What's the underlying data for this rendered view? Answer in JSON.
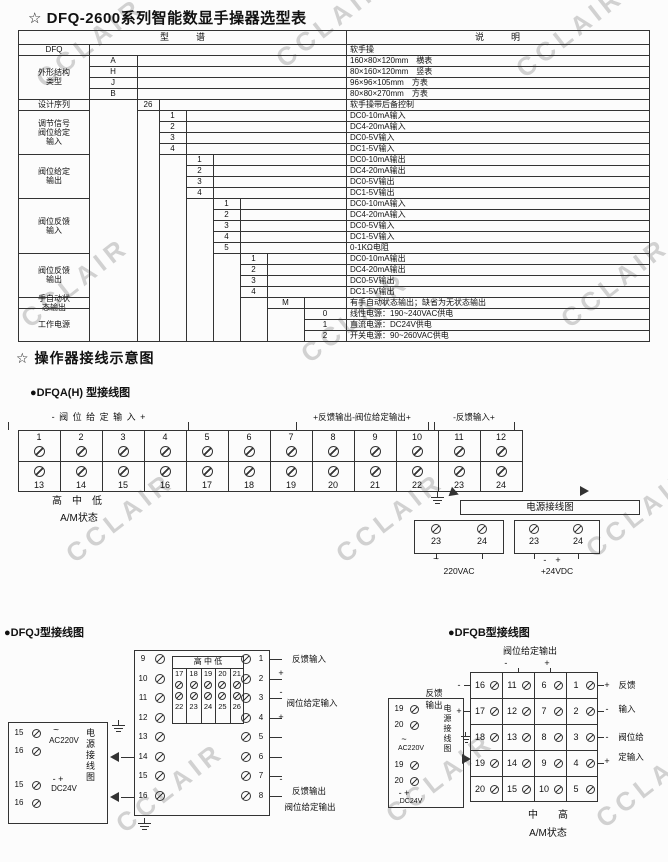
{
  "title": "☆ DFQ-2600系列智能数显手操器选型表",
  "watermark_text": "CCLAIR",
  "wiring_section_title": "☆ 操作器接线示意图",
  "selection_table": {
    "header_left": "型　　　谱",
    "header_right": "说　　　明",
    "groups": [
      {
        "label": "DFQ",
        "col": -1,
        "items": [
          {
            "code": "",
            "desc": "软手操"
          }
        ]
      },
      {
        "label": "外形结构\n类型",
        "col": 0,
        "items": [
          {
            "code": "A",
            "desc": "160×80×120mm　横表"
          },
          {
            "code": "H",
            "desc": "80×160×120mm　竖表"
          },
          {
            "code": "J",
            "desc": "96×96×105mm　方表"
          },
          {
            "code": "B",
            "desc": "80×80×270mm　方表"
          }
        ]
      },
      {
        "label": "设计序列",
        "col": 1,
        "items": [
          {
            "code": "26",
            "desc": "软手操带后备控制"
          }
        ]
      },
      {
        "label": "调节信号\n阀位给定\n输入",
        "col": 2,
        "items": [
          {
            "code": "1",
            "desc": "DC0-10mA输入"
          },
          {
            "code": "2",
            "desc": "DC4-20mA输入"
          },
          {
            "code": "3",
            "desc": "DC0-5V输入"
          },
          {
            "code": "4",
            "desc": "DC1-5V输入"
          }
        ]
      },
      {
        "label": "阀位给定\n输出",
        "col": 3,
        "items": [
          {
            "code": "1",
            "desc": "DC0-10mA输出"
          },
          {
            "code": "2",
            "desc": "DC4-20mA输出"
          },
          {
            "code": "3",
            "desc": "DC0-5V输出"
          },
          {
            "code": "4",
            "desc": "DC1-5V输出"
          }
        ]
      },
      {
        "label": "阀位反馈\n输入",
        "col": 4,
        "items": [
          {
            "code": "1",
            "desc": "DC0-10mA输入"
          },
          {
            "code": "2",
            "desc": "DC4-20mA输入"
          },
          {
            "code": "3",
            "desc": "DC0-5V输入"
          },
          {
            "code": "4",
            "desc": "DC1-5V输入"
          },
          {
            "code": "5",
            "desc": "0-1KΩ电阻"
          }
        ]
      },
      {
        "label": "阀位反馈\n输出",
        "col": 5,
        "items": [
          {
            "code": "1",
            "desc": "DC0-10mA输出"
          },
          {
            "code": "2",
            "desc": "DC4-20mA输出"
          },
          {
            "code": "3",
            "desc": "DC0-5V输出"
          },
          {
            "code": "4",
            "desc": "DC1-5V输出"
          }
        ]
      },
      {
        "label": "手自动状\n态输出",
        "col": 6,
        "items": [
          {
            "code": "M",
            "desc": "有手自动状态输出；缺省为无状态输出"
          }
        ]
      },
      {
        "label": "工作电源",
        "col": 7,
        "items": [
          {
            "code": "0",
            "desc": "线性电源：190~240VAC供电"
          },
          {
            "code": "1",
            "desc": "直流电源：DC24V供电"
          },
          {
            "code": "2",
            "desc": "开关电源：90~260VAC供电"
          }
        ]
      }
    ]
  },
  "dfqa": {
    "heading": "●DFQA(H) 型接线图",
    "label_valve_input": "- 阀 位 给 定 输 入 +",
    "label_feedback_out": "+反馈输出-阀位给定输出+",
    "label_feedback_in": "-反馈输入+",
    "top_terminals": [
      "1",
      "2",
      "3",
      "4",
      "5",
      "6",
      "7",
      "8",
      "9",
      "10",
      "11",
      "12"
    ],
    "bottom_terminals": [
      "13",
      "14",
      "15",
      "16",
      "17",
      "18",
      "19",
      "20",
      "21",
      "22",
      "23",
      "24"
    ],
    "high_mid_low": "高　中　低",
    "am_status": "A/M状态",
    "power_title": "电源接线图",
    "power_ac": {
      "t1": "23",
      "t2": "24",
      "mark": "~",
      "label": "220VAC"
    },
    "power_dc": {
      "t1": "23",
      "t2": "24",
      "mark": "-　+",
      "label": "+24VDC"
    }
  },
  "dfqj": {
    "heading": "●DFQJ型接线图",
    "left_terminals": [
      "9",
      "10",
      "11",
      "12",
      "13",
      "14",
      "15",
      "16"
    ],
    "right_terminals": [
      "1",
      "2",
      "3",
      "4",
      "5",
      "6",
      "7",
      "8"
    ],
    "center_header": "高 中 低",
    "center_row1": [
      "17",
      "18",
      "19",
      "20",
      "21"
    ],
    "center_row2": [
      "22",
      "23",
      "24",
      "25",
      "26"
    ],
    "label_feedback_in": "反馈输入",
    "label_valve_in": "阀位给定输入",
    "label_feedback_out": "反馈输出",
    "label_valve_out": "阀位给定输出",
    "plus": "+",
    "minus": "-",
    "power_vertical": "电源接线图",
    "power_ac": {
      "t1": "15",
      "t2": "16",
      "mark": "~",
      "label": "AC220V"
    },
    "power_dc": {
      "t1": "15",
      "t2": "16",
      "mark": "- +",
      "label": "DC24V"
    }
  },
  "dfqb": {
    "heading": "●DFQB型接线图",
    "top_label": "阀位给定输出",
    "top_marks": "-　+",
    "grid": [
      [
        "16",
        "11",
        "6",
        "1"
      ],
      [
        "17",
        "12",
        "7",
        "2"
      ],
      [
        "18",
        "13",
        "8",
        "3"
      ],
      [
        "19",
        "14",
        "9",
        "4"
      ],
      [
        "20",
        "15",
        "10",
        "5"
      ]
    ],
    "left_label_1": "反馈",
    "left_label_2": "输出",
    "right_label_1a": "反馈",
    "right_label_1b": "输入",
    "right_label_2a": "阀位给",
    "right_label_2b": "定输入",
    "plus": "+",
    "minus": "-",
    "mid_high": "中　　高",
    "am_status": "A/M状态",
    "power_vertical": "电源接线图",
    "power_ac": {
      "t1": "19",
      "t2": "20",
      "mark": "~",
      "label": "AC220V"
    },
    "power_dc": {
      "t1": "19",
      "t2": "20",
      "mark": "- +",
      "label": "DC24V"
    }
  }
}
